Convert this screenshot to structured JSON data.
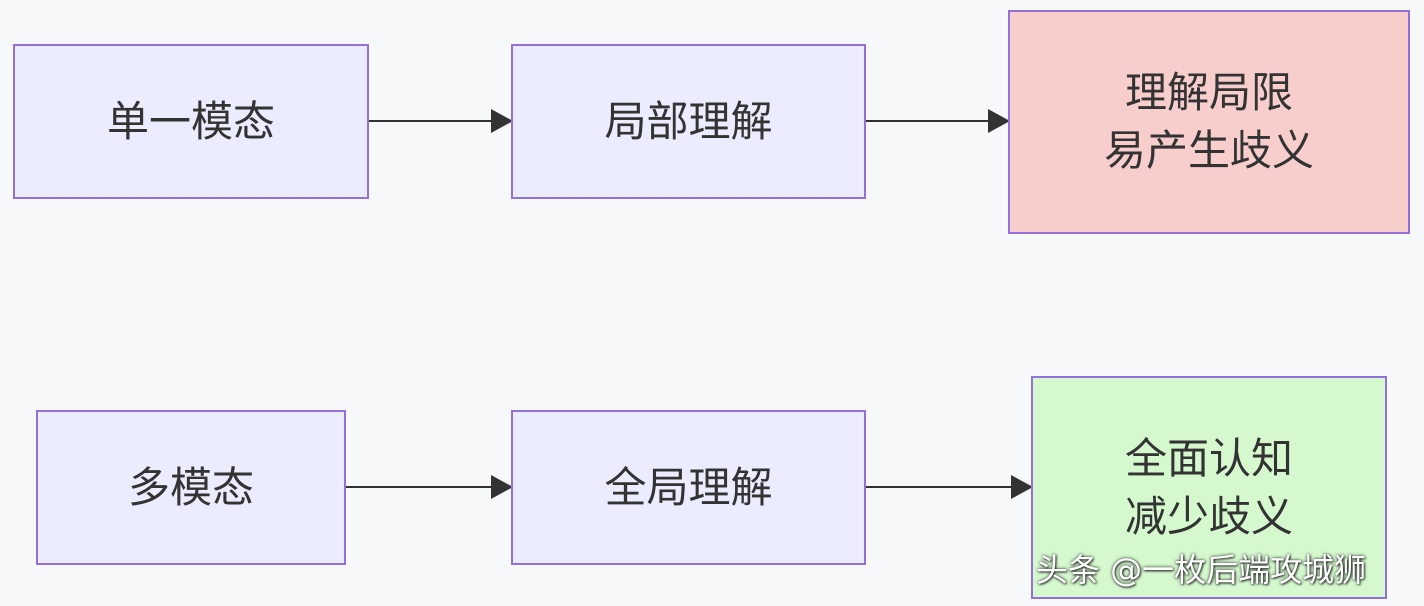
{
  "diagram": {
    "row1": {
      "source": {
        "label": "单一模态"
      },
      "middle": {
        "label": "局部理解"
      },
      "result": {
        "line1": "理解局限",
        "line2": "易产生歧义"
      }
    },
    "row2": {
      "source": {
        "label": "多模态"
      },
      "middle": {
        "label": "全局理解"
      },
      "result": {
        "line1": "全面认知",
        "line2": "减少歧义"
      }
    }
  },
  "colors": {
    "node_fill": "#ececff",
    "node_border": "#9370db",
    "negative_fill": "#f8cecc",
    "positive_fill": "#d5f8cf",
    "edge": "#333333",
    "text": "#333333"
  },
  "watermark": {
    "text": "头条 @一枚后端攻城狮"
  }
}
